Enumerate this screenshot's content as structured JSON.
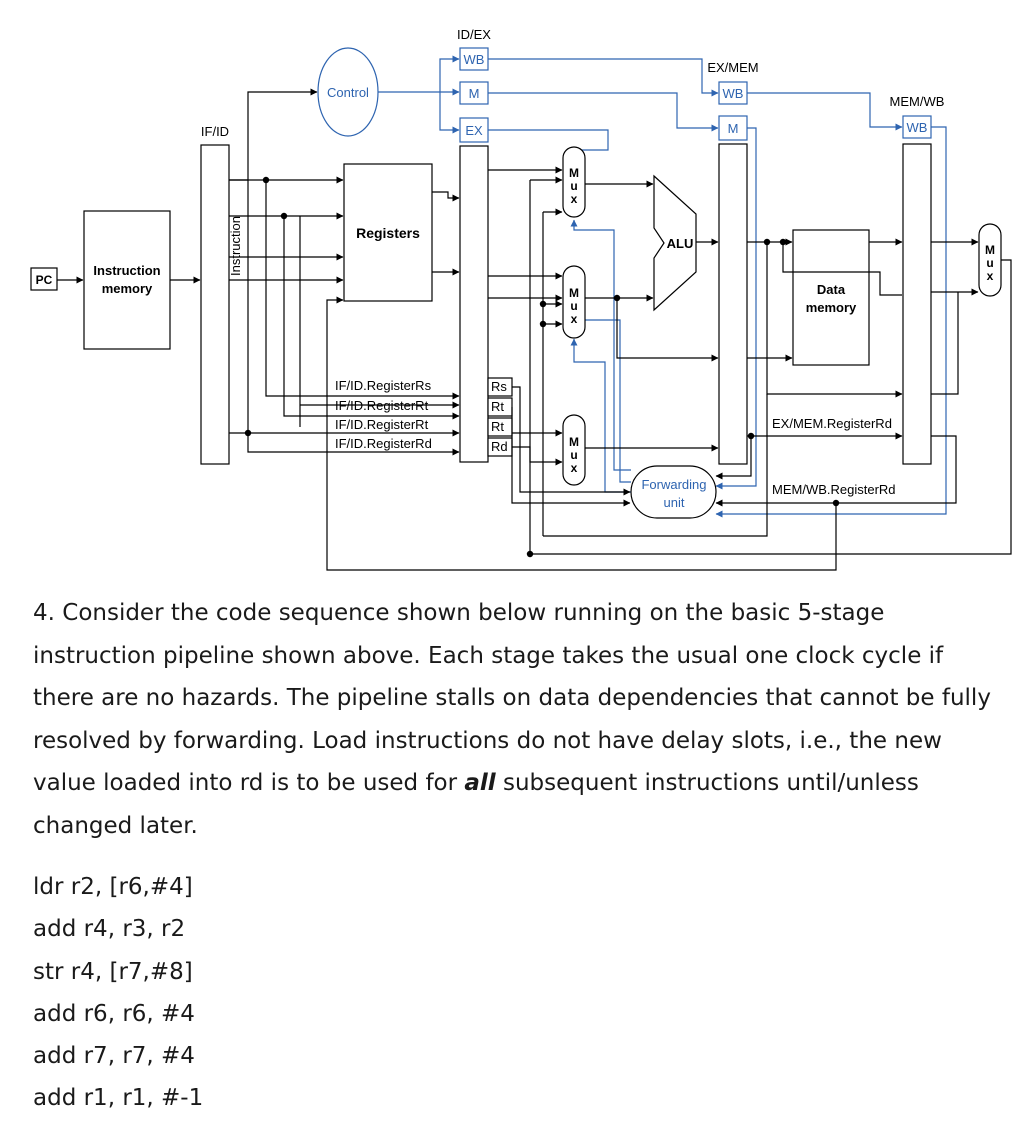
{
  "diagram": {
    "pc_label": "PC",
    "instruction_memory_label": [
      "Instruction",
      "memory"
    ],
    "ifid_label": "IF/ID",
    "instruction_label": "Instruction",
    "control_label": "Control",
    "registers_label": "Registers",
    "idex_label": "ID/EX",
    "exmem_label": "EX/MEM",
    "memwb_label": "MEM/WB",
    "wb_label": "WB",
    "m_label": "M",
    "ex_label": "EX",
    "alu_label": "ALU",
    "data_memory_label": [
      "Data",
      "memory"
    ],
    "mux_letters": [
      "M",
      "u",
      "x"
    ],
    "forwarding_unit_label": [
      "Forwarding",
      "unit"
    ],
    "register_field_labels": [
      "IF/ID.RegisterRs",
      "IF/ID.RegisterRt",
      "IF/ID.RegisterRt",
      "IF/ID.RegisterRd"
    ],
    "idex_field_labels": [
      "Rs",
      "Rt",
      "Rt",
      "Rd"
    ],
    "exmem_registerrd_label": "EX/MEM.RegisterRd",
    "memwb_registerrd_label": "MEM/WB.RegisterRd",
    "colors": {
      "line": "#000000",
      "control_blue": "#2e64b0"
    }
  },
  "question": {
    "intro": "4. Consider the code sequence shown below running on the basic 5-stage instruction pipeline shown above. Each stage takes the usual one clock cycle if there are no hazards. The pipeline stalls on data dependencies that cannot be fully resolved by forwarding. Load instructions do not have delay slots, i.e., the new value loaded into rd is to be used for ",
    "emphasis": "all",
    "outro": " subsequent instructions until/unless changed later."
  },
  "code": [
    "ldr r2, [r6,#4]",
    "add r4, r3, r2",
    "str r4, [r7,#8]",
    "add r6, r6, #4",
    "add r7, r7, #4",
    "add r1, r1, #-1"
  ]
}
